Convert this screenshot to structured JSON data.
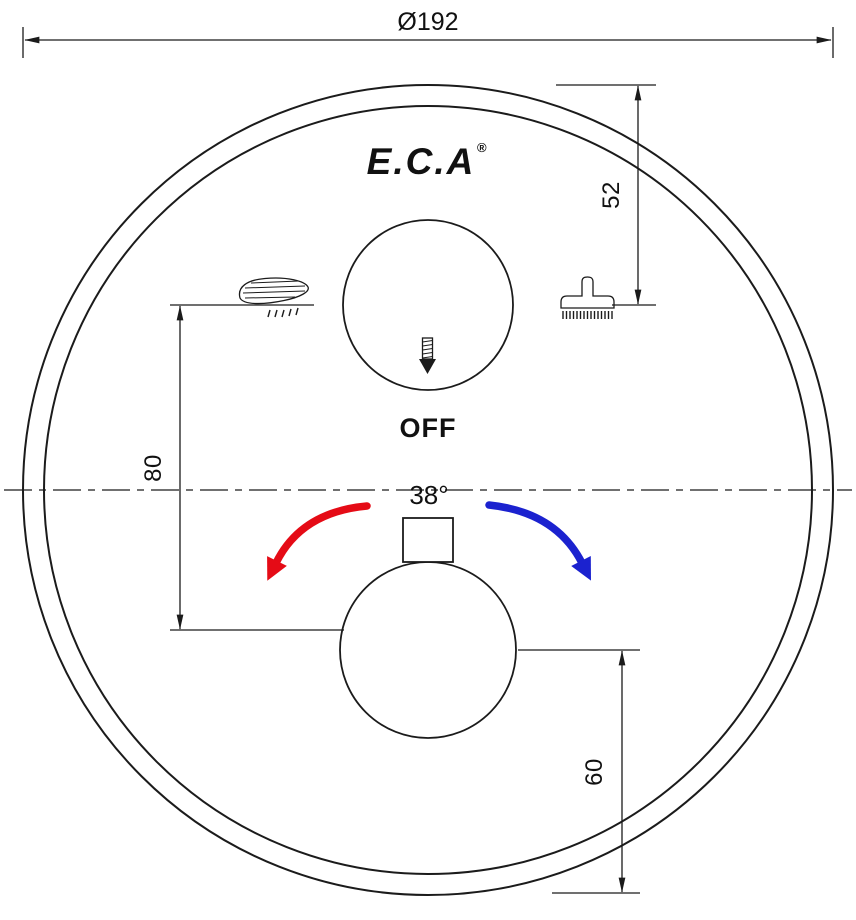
{
  "drawing": {
    "brand": {
      "logo": "E.C.A",
      "registered": "®"
    },
    "dimensions": {
      "diameter": "Ø192",
      "top_to_icon_row": "52",
      "icon_row_to_knob": "80",
      "knob_to_bottom": "60"
    },
    "labels": {
      "off": "OFF",
      "temperature_setpoint": "38°"
    },
    "colors": {
      "line": "#1b1b1b",
      "hot": "#e50b16",
      "cold": "#1b22cf"
    },
    "icons": {
      "left": "hand-shower-icon",
      "right": "overhead-shower-icon",
      "diverter": "screw-icon"
    }
  }
}
